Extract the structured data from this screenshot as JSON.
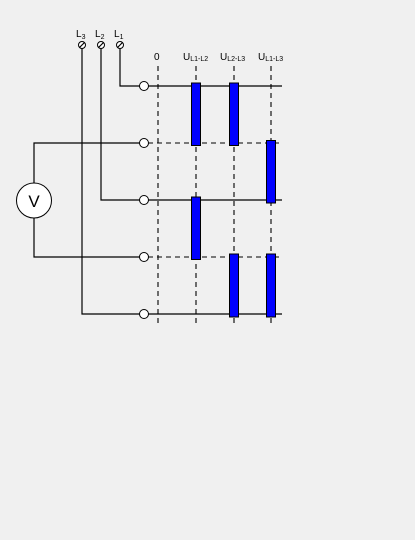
{
  "phases": [
    {
      "letter": "L",
      "sub": "3"
    },
    {
      "letter": "L",
      "sub": "2"
    },
    {
      "letter": "L",
      "sub": "1"
    }
  ],
  "columns": [
    {
      "main": "0",
      "sub": ""
    },
    {
      "main": "U",
      "sub": "L1-L2"
    },
    {
      "main": "U",
      "sub": "L2-L3"
    },
    {
      "main": "U",
      "sub": "L1-L3"
    }
  ],
  "voltmeter": {
    "symbol": "V"
  },
  "colors": {
    "switch": "#0000ff",
    "background": "#f0f0f0",
    "line": "#000000"
  }
}
